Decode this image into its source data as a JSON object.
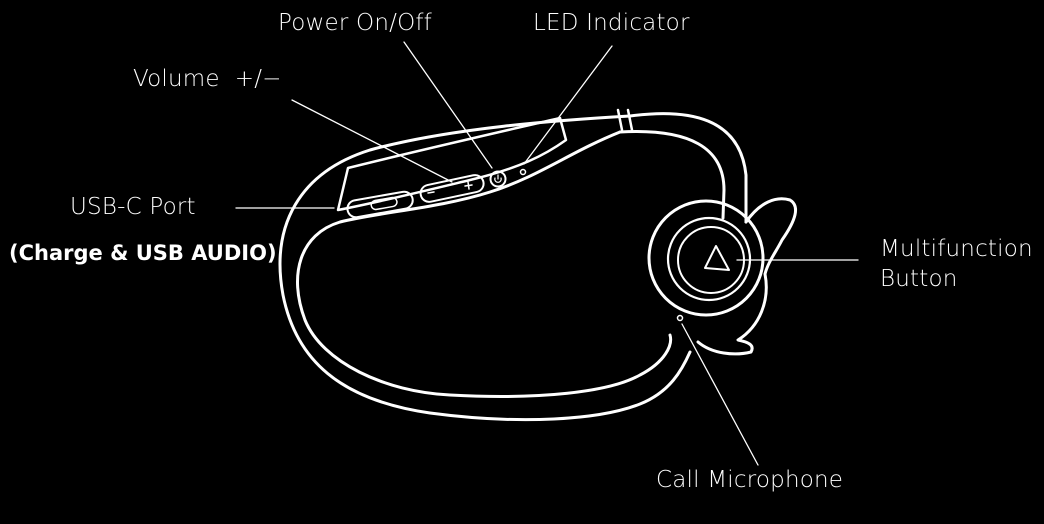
{
  "labels": {
    "power": "Power On/Off",
    "led": "LED Indicator",
    "volume": "Volume  +/−",
    "usb_port": "USB-C Port",
    "usb_sub": "(Charge & USB AUDIO)",
    "multifunction_line1": "Multifunction",
    "multifunction_line2": "Button",
    "call_mic": "Call Microphone"
  },
  "colors": {
    "background": "#000000",
    "line": "#ffffff"
  }
}
